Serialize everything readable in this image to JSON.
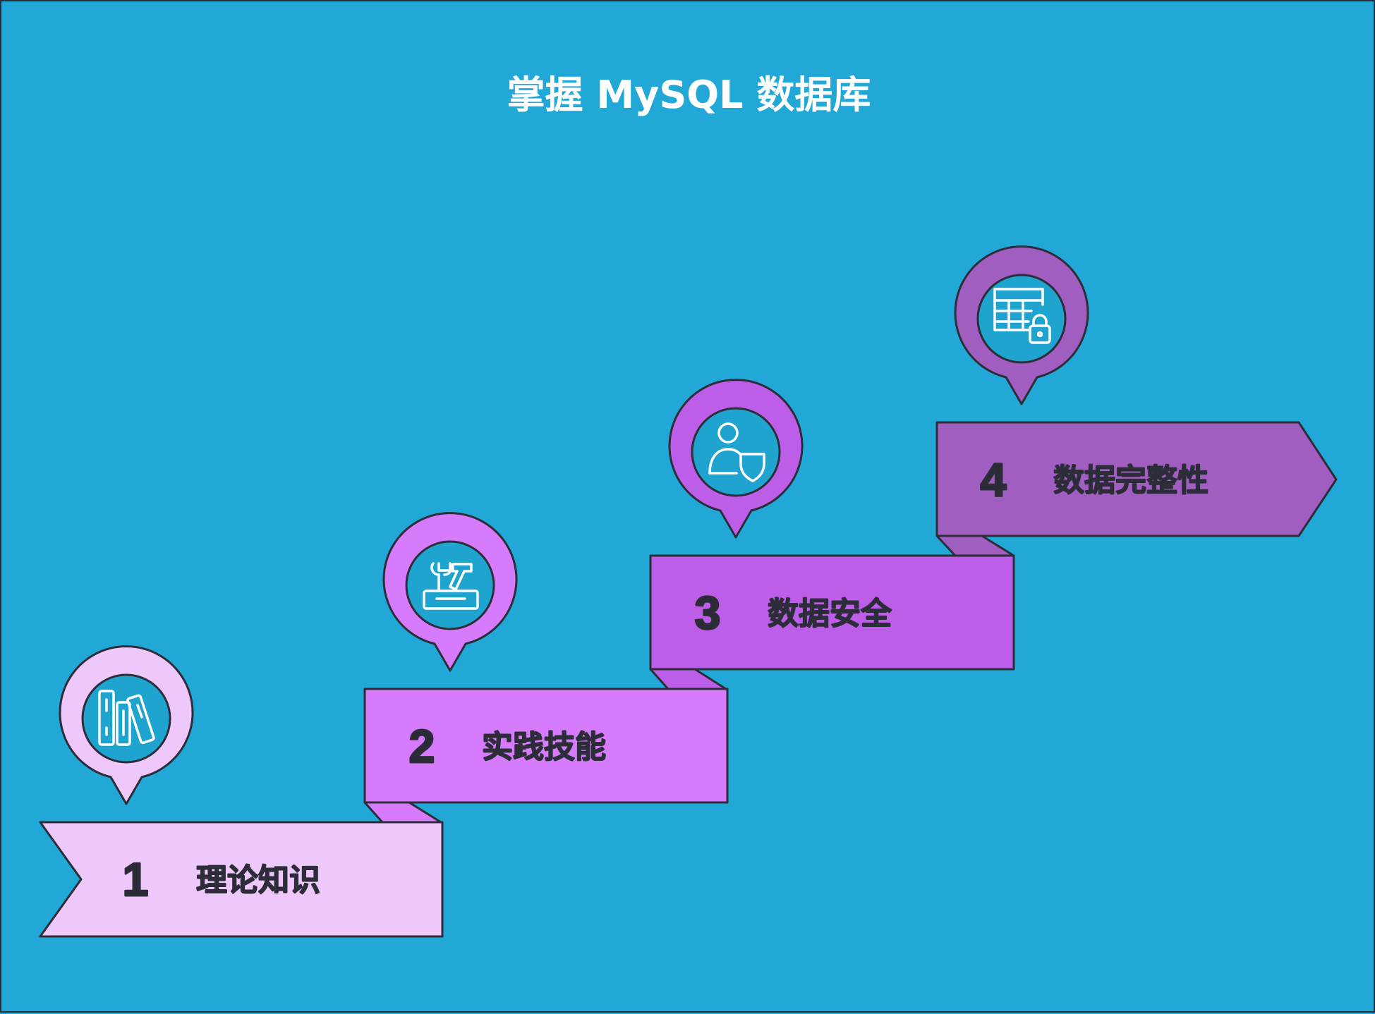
{
  "title": "掌握 MySQL 数据库",
  "colors": {
    "background": "#21a8d6",
    "outline": "#2d2d3a",
    "icon_circle": "#1fa3cf",
    "icon_stroke": "#ffffff"
  },
  "steps": [
    {
      "number": "1",
      "label": "理论知识",
      "icon": "books-icon",
      "color": "#efc8fb"
    },
    {
      "number": "2",
      "label": "实践技能",
      "icon": "toolbox-icon",
      "color": "#d67bfb"
    },
    {
      "number": "3",
      "label": "数据安全",
      "icon": "user-shield-icon",
      "color": "#bd5ee8"
    },
    {
      "number": "4",
      "label": "数据完整性",
      "icon": "table-lock-icon",
      "color": "#a05ec0"
    }
  ]
}
